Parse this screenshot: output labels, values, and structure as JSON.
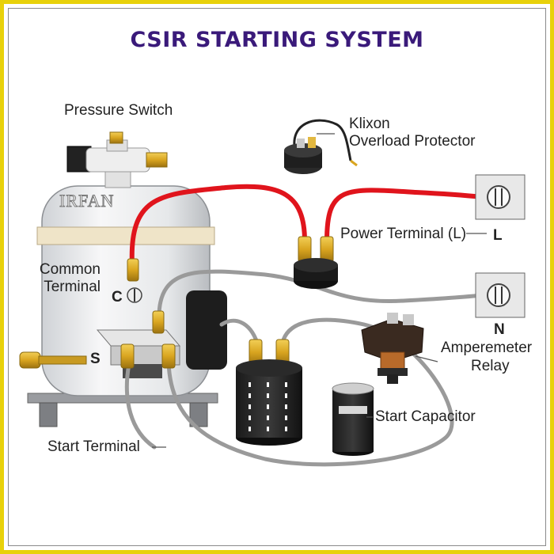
{
  "title": "CSIR STARTING SYSTEM",
  "watermark": "IRFAN",
  "labels": {
    "pressure_switch": "Pressure Switch",
    "klixon_line1": "Klixon",
    "klixon_line2": "Overload Protector",
    "power_terminal": "Power Terminal (L)",
    "terminal_l": "L",
    "common_line1": "Common",
    "common_line2": "Terminal",
    "terminal_c": "C",
    "terminal_n": "N",
    "terminal_s": "S",
    "relay_line1": "Amperemeter",
    "relay_line2": "Relay",
    "start_capacitor": "Start Capacitor",
    "start_terminal": "Start Terminal"
  },
  "colors": {
    "frame": "#e8d10a",
    "title": "#3a1a7a",
    "power_wire": "#e0141c",
    "neutral_wire": "#9a9a9a",
    "brass": "#d9a520"
  }
}
